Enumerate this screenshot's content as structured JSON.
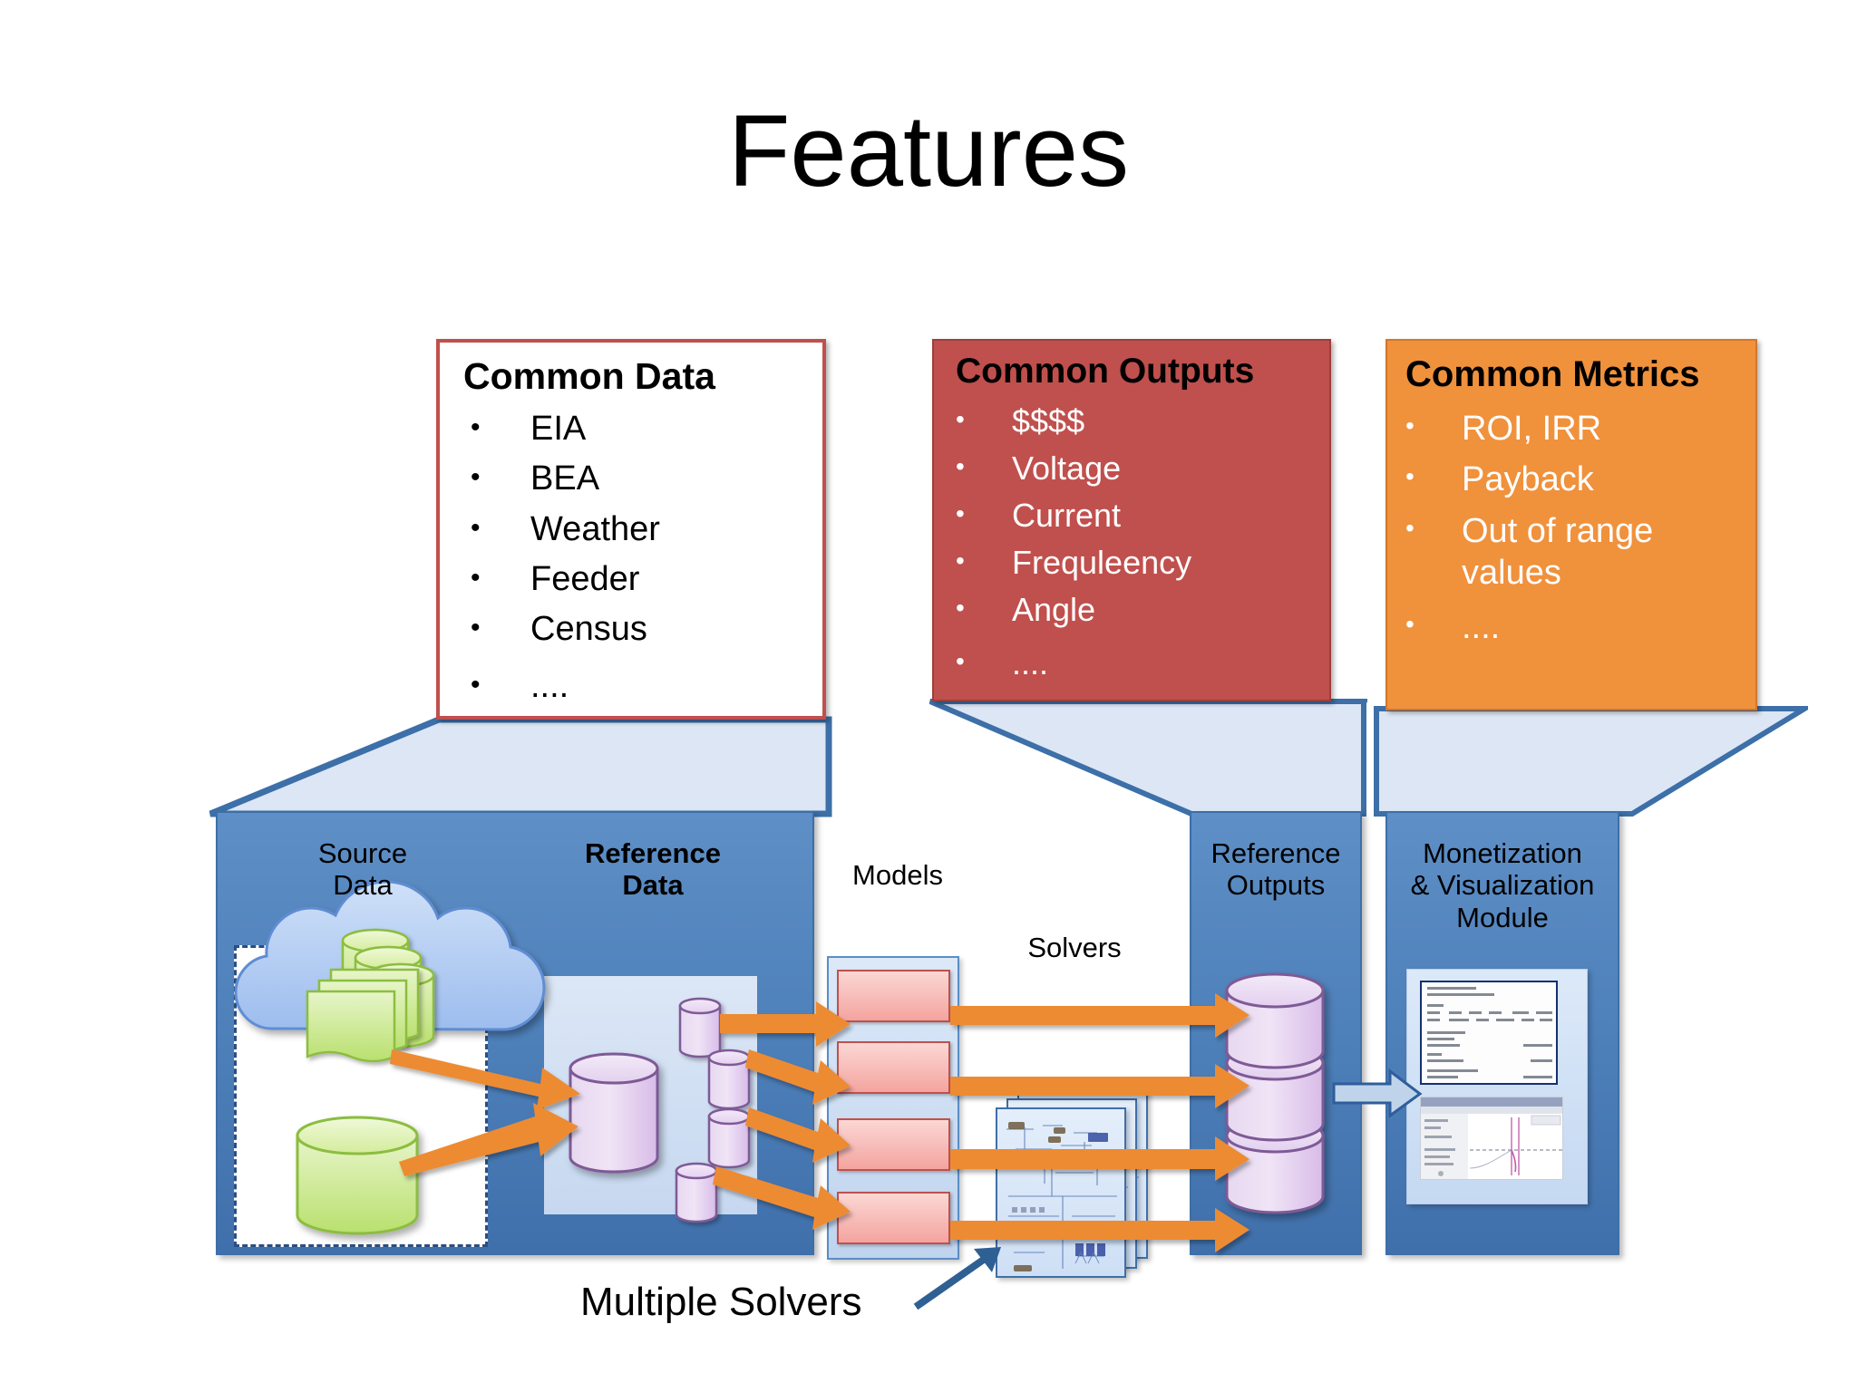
{
  "slide": {
    "title": "Features"
  },
  "callouts": {
    "common_data": {
      "title": "Common Data",
      "bullet_glyph": "•",
      "items": [
        "EIA",
        "BEA",
        "Weather",
        "Feeder",
        "Census",
        "...."
      ],
      "fill_color": "#FFFFFF",
      "border_color": "#C0504D",
      "text_color": "#000000"
    },
    "common_outputs": {
      "title": "Common Outputs",
      "bullet_glyph": "•",
      "items": [
        "$$$$",
        "Voltage",
        "Current",
        "Frequleency",
        "Angle",
        "...."
      ],
      "fill_color": "#C0504D",
      "border_color": "#9B3F3C",
      "text_color": "#FFFFFF"
    },
    "common_metrics": {
      "title": "Common Metrics",
      "bullet_glyph": "•",
      "items": [
        "ROI, IRR",
        "Payback",
        "Out of range values",
        "...."
      ],
      "fill_color": "#F0913C",
      "border_color": "#D3762B",
      "text_color": "#FFFFFF"
    }
  },
  "diagram": {
    "panel_fill_color": "#4F81BD",
    "funnel_fill_color": "#DCE6F5",
    "arrow_color": "#ED8B31",
    "labels": {
      "source_data": "Source\nData",
      "source_data_line1": "Source",
      "source_data_line2": "Data",
      "reference_data_line1": "Reference",
      "reference_data_line2": "Data",
      "models": "Models",
      "solvers": "Solvers",
      "reference_outputs_line1": "Reference",
      "reference_outputs_line2": "Outputs",
      "monetization_line1": "Monetization",
      "monetization_line2": "& Visualization",
      "monetization_line3": "Module"
    },
    "models_count": 4,
    "solver_sheets_count": 3,
    "reference_output_drums": 3,
    "reference_data_small_cylinders": 4
  },
  "caption": {
    "multiple_solvers": "Multiple Solvers"
  }
}
